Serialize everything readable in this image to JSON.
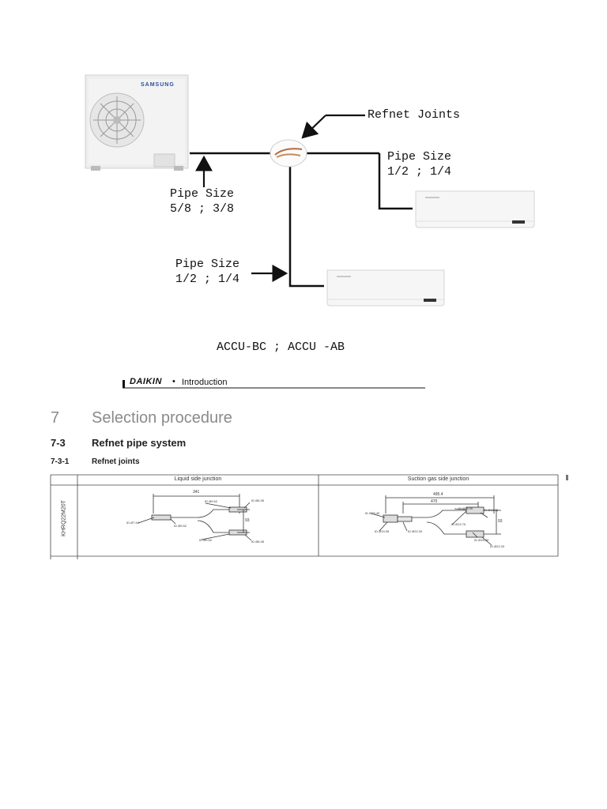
{
  "diagram": {
    "outdoor_unit_brand": "SAMSUNG",
    "refnet_label": "Refnet Joints",
    "pipe_main": {
      "label": "Pipe Size",
      "value": "5/8 ; 3/8"
    },
    "pipe_branch_right": {
      "label": "Pipe Size",
      "value": "1/2 ; 1/4"
    },
    "pipe_branch_lower": {
      "label": "Pipe Size",
      "value": "1/2 ; 1/4"
    },
    "caption": "ACCU-BC ; ACCU -AB"
  },
  "document": {
    "brand": "DAIKIN",
    "header_section": "Introduction",
    "chapter_number": "7",
    "chapter_title": "Selection procedure",
    "section_number": "7-3",
    "section_title": "Refnet pipe system",
    "subsection_number": "7-3-1",
    "subsection_title": "Refnet joints",
    "table": {
      "columns": [
        "Liquid side junction",
        "Suction gas side junction"
      ],
      "row_label": "KHRQ22M20T",
      "liquid_dims": {
        "length": "341",
        "height": "93",
        "labels": [
          "ID Ø9.52",
          "ID Ø6.35",
          "ID Ø9.52",
          "ID Ø6.35",
          "ID Ø7.94",
          "ID Ø9.52"
        ]
      },
      "gas_dims": {
        "length_outer": "495.4",
        "length_inner": "470",
        "height": "93",
        "labels": [
          "ID Ø25.40",
          "ID Ø22.20",
          "ID Ø19.05",
          "ID Ø12.70",
          "ID Ø15.90",
          "ID Ø19.05",
          "ID Ø22.20",
          "ID Ø15.90"
        ]
      }
    }
  },
  "colors": {
    "line": "#111111",
    "heading_gray": "#8a8a8a",
    "unit_white": "#f4f4f4"
  }
}
